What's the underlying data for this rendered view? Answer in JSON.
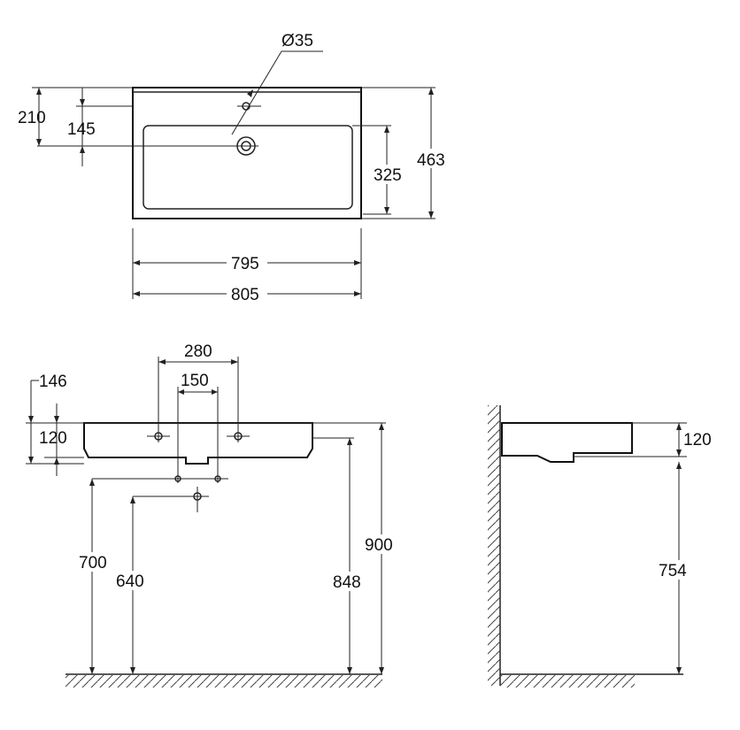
{
  "drawing": {
    "top_view": {
      "hole_diameter": "Ø35",
      "depth_overall": "210",
      "depth_tap_hole": "145",
      "depth_outer": "463",
      "depth_bowl": "325",
      "width_bowl": "795",
      "width_overall": "805"
    },
    "front_view": {
      "bracket_spacing_outer": "280",
      "bracket_spacing_inner": "150",
      "rim_to_bracket": "146",
      "rim_thickness": "120",
      "floor_to_waste": "700",
      "floor_to_trap": "640",
      "floor_to_underside": "848",
      "floor_to_rim": "900"
    },
    "side_view": {
      "rim_thickness": "120",
      "floor_to_underside": "754"
    }
  }
}
